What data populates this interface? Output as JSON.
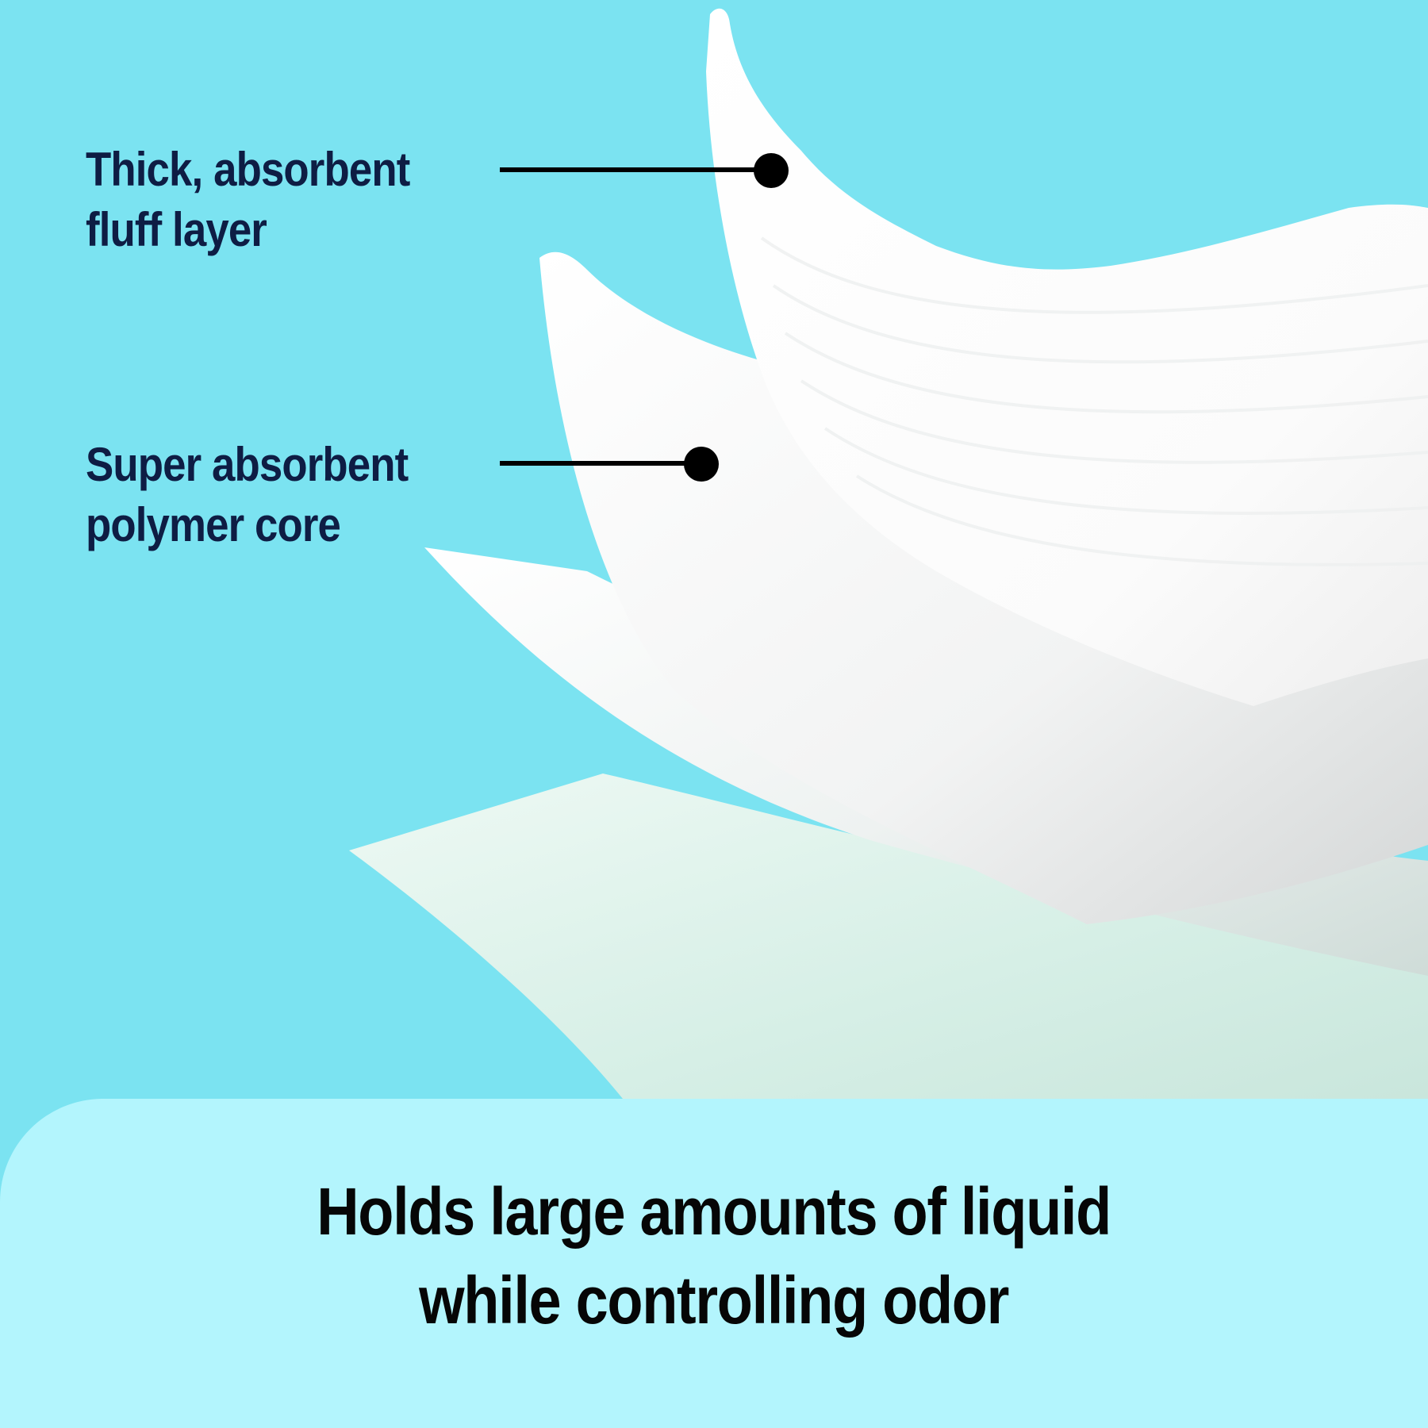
{
  "colors": {
    "background": "#7be3f1",
    "panel": "#b3f5fd",
    "label_text": "#0e1d44",
    "tagline_text": "#060606",
    "leader": "#000000",
    "layer_white": "#ffffff",
    "layer_shadow": "#d9dcdc",
    "layer_mint": "#dcf3ec"
  },
  "callouts": [
    {
      "lines": [
        "Thick, absorbent",
        "fluff layer"
      ],
      "marker": "dot-leader"
    },
    {
      "lines": [
        "Super absorbent",
        "polymer core"
      ],
      "marker": "dot-leader"
    }
  ],
  "illustration": {
    "subject": "stacked-absorbent-layers",
    "layers": [
      "fluff-layer",
      "polymer-core",
      "middle-layer",
      "mint-backsheet"
    ]
  },
  "tagline": {
    "lines": [
      "Holds large amounts of liquid",
      "while controlling odor"
    ]
  }
}
